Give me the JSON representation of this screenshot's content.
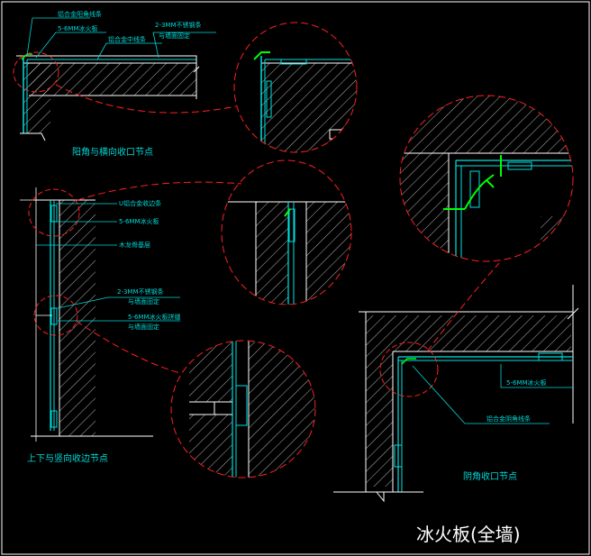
{
  "colors": {
    "background": "#000000",
    "line_white": "#ffffff",
    "line_cyan": "#00e0e0",
    "line_green": "#00ff00",
    "callout_red": "#ff2020",
    "label_cyan": "#00d8d8",
    "title_white": "#ffffff"
  },
  "title": "冰火板(全墙)",
  "details": {
    "outer_corner": {
      "caption": "阳角与横向收口节点",
      "labels": {
        "trim": "铝合金阳角线条",
        "board": "5-6MM冰火板",
        "profile": "铝合金中线条",
        "steel_1": "2-3MM不锈钢条",
        "steel_2": "与墙面固定"
      }
    },
    "vertical": {
      "caption": "上下与竖向收边节点",
      "labels": {
        "trim": "U铝合金收边条",
        "board": "5-6MM冰火板",
        "glue": "木龙骨基层",
        "steel_1": "2-3MM不锈钢条",
        "steel_2": "与墙面固定",
        "joint_1": "5-6MM冰火板拼缝",
        "joint_2": "与墙面固定"
      }
    },
    "inner_corner": {
      "caption": "阴角收口节点",
      "labels": {
        "board": "5-6MM冰火板",
        "trim": "铝合金阴角线条"
      }
    }
  }
}
